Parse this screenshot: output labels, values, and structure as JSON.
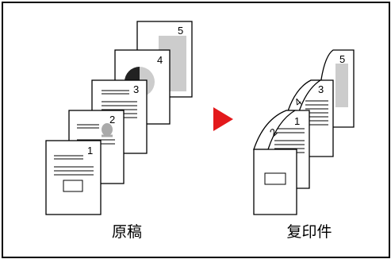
{
  "diagram": {
    "original_label": "原稿",
    "copy_label": "复印件",
    "original_page_numbers": [
      "1",
      "2",
      "3",
      "4",
      "5"
    ],
    "copy_page_numbers": [
      "1",
      "2",
      "3",
      "4",
      "5"
    ],
    "arrow_color": "#e3191c",
    "page_number_colors": {
      "gray_block": "#cccccc",
      "dark_gray": "#333333"
    }
  }
}
